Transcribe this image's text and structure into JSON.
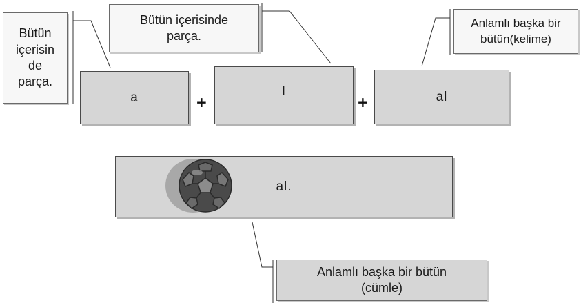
{
  "callouts": {
    "part_left": "Bütün\niçerisin\nde\nparça.",
    "part_top": "Bütün içerisinde\nparça.",
    "word_meaning": "Anlamlı başka bir\nbütün(kelime)",
    "sentence_meaning": "Anlamlı başka bir bütün\n(cümle)"
  },
  "boxes": {
    "first": "a",
    "second": "l",
    "result": "al",
    "sentence": "al."
  },
  "operators": {
    "plus_1": "+",
    "plus_2": "+"
  },
  "icons": {
    "ball": "soccer-ball-icon"
  },
  "colors": {
    "box_fill": "#d6d6d6",
    "callout_fill": "#f7f7f7",
    "border": "#4a4a4a"
  }
}
